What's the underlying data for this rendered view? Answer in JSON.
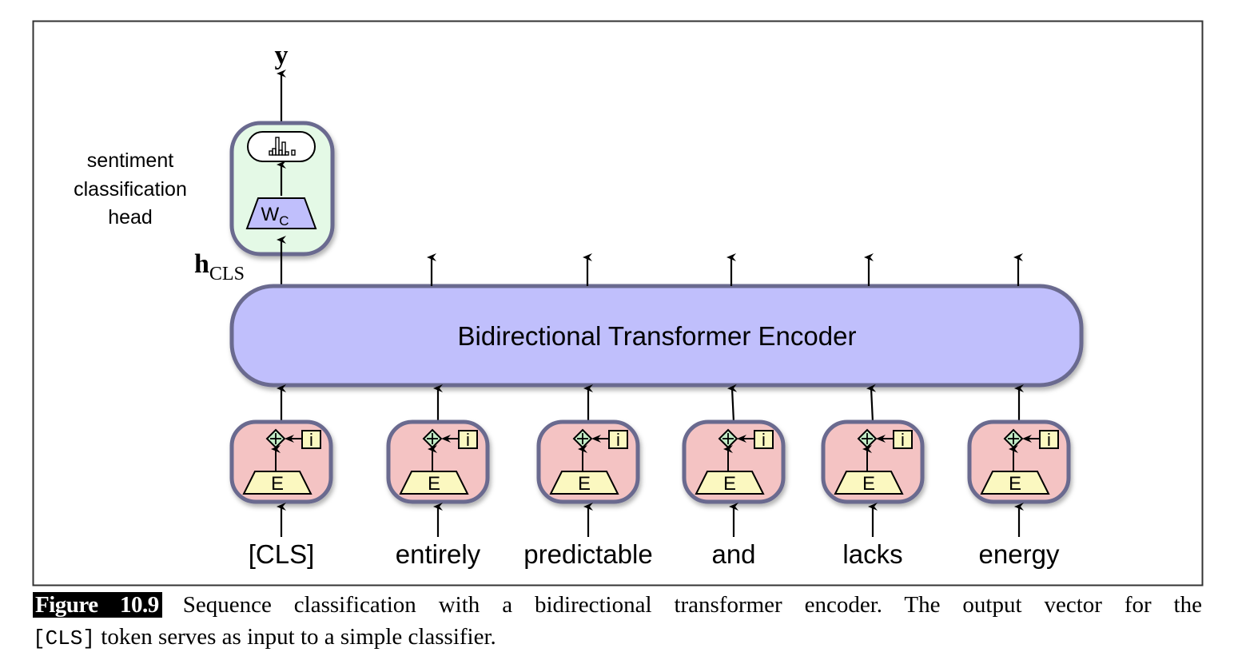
{
  "figure": {
    "output_label": "y",
    "hidden_label_main": "h",
    "hidden_label_sub": "CLS",
    "head_label_lines": [
      "sentiment",
      "classification",
      "head"
    ],
    "classifier_weight_main": "W",
    "classifier_weight_sub": "C",
    "encoder_label": "Bidirectional Transformer Encoder",
    "embedding_label": "E",
    "position_label": "i",
    "tokens": [
      "[CLS]",
      "entirely",
      "predictable",
      "and",
      "lacks",
      "energy"
    ]
  },
  "colors": {
    "encoder_fill": "#c0bffc",
    "box_border": "#6b6a8f",
    "head_fill": "#e4f9e6",
    "token_box_fill": "#f4c3c3",
    "embedding_fill": "#fbf8c0",
    "add_node_fill": "#c3ecc7",
    "softmax_fill": "#ffffff"
  },
  "caption": {
    "figure_number": "Figure 10.9",
    "text_line1": "Sequence classification with a bidirectional transformer encoder.  The output vector for the",
    "code_token": "[CLS]",
    "text_line2": " token serves as input to a simple classifier."
  }
}
